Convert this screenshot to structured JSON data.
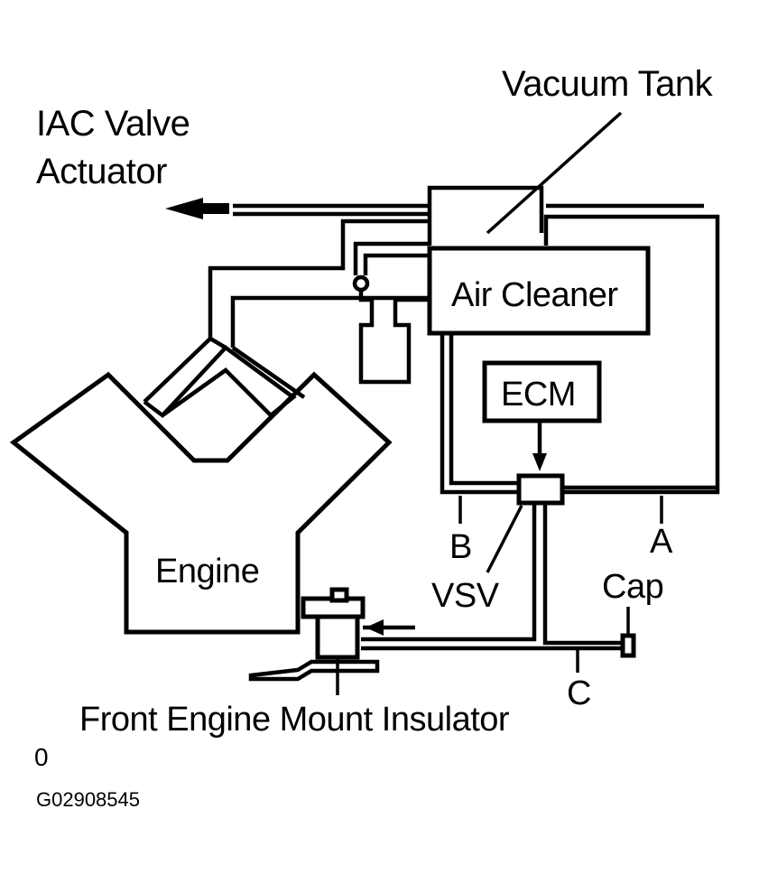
{
  "labels": {
    "vacuum_tank": "Vacuum Tank",
    "iac_valve_line1": "IAC Valve",
    "iac_valve_line2": "Actuator",
    "air_cleaner": "Air Cleaner",
    "ecm": "ECM",
    "engine": "Engine",
    "vsv": "VSV",
    "port_a": "A",
    "port_b": "B",
    "port_c": "C",
    "cap": "Cap",
    "front_engine_mount": "Front Engine Mount Insulator",
    "figure_mark": "0",
    "figure_id": "G02908545"
  },
  "colors": {
    "line": "#000000",
    "background": "#ffffff"
  }
}
